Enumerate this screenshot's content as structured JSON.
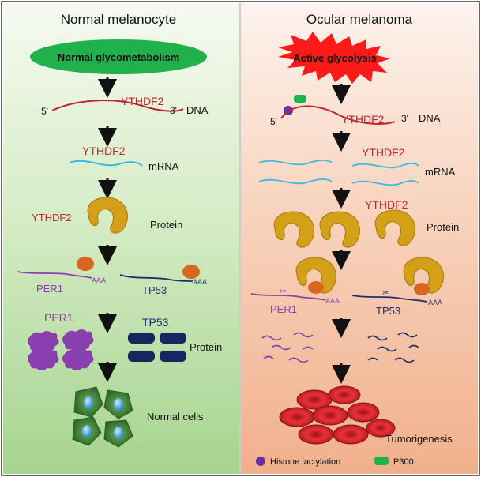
{
  "panels": {
    "left": {
      "title": "Normal melanocyte",
      "top_label": "Normal glycometabolism",
      "gene": "YTHDF2",
      "dna_5": "5'",
      "dna_3": "3'",
      "dna_label": "DNA",
      "mrna_gene": "YTHDF2",
      "mrna_label": "mRNA",
      "protein_gene": "YTHDF2",
      "protein_label": "Protein",
      "transcript1": "PER1",
      "transcript2": "TP53",
      "polya": "AAA",
      "protein2_label1": "PER1",
      "protein2_label2": "TP53",
      "protein2_label": "Protein",
      "outcome": "Normal cells"
    },
    "right": {
      "title": "Ocular melanoma",
      "top_label": "Active glycolysis",
      "gene": "YTHDF2",
      "dna_5": "5'",
      "dna_3": "3'",
      "dna_label": "DNA",
      "mrna_gene": "YTHDF2",
      "mrna_label": "mRNA",
      "protein_gene": "YTHDF2",
      "protein_label": "Protein",
      "transcript1": "PER1",
      "transcript2": "TP53",
      "polya": "AAA",
      "outcome": "Tumorigenesis"
    }
  },
  "legend": {
    "item1": "Histone lactylation",
    "item2": "P300"
  },
  "colors": {
    "left_bg_top": "#f4f9ee",
    "left_bg_bottom": "#9fd08a",
    "right_bg_top": "#fdf1ea",
    "right_bg_bottom": "#f2b491",
    "ellipse": "#21b14c",
    "burst": "#ff1a1a",
    "gene_text": "#c0272d",
    "dna_line": "#c0272d",
    "mrna_line": "#3fb8e0",
    "ythdf2_protein": "#d4a017",
    "orange_blob": "#d9661f",
    "per1": "#8a3fb0",
    "tp53": "#1f2f6e",
    "histone": "#6a2ea8",
    "p300": "#1db34a",
    "tumor": "#d3202a"
  }
}
